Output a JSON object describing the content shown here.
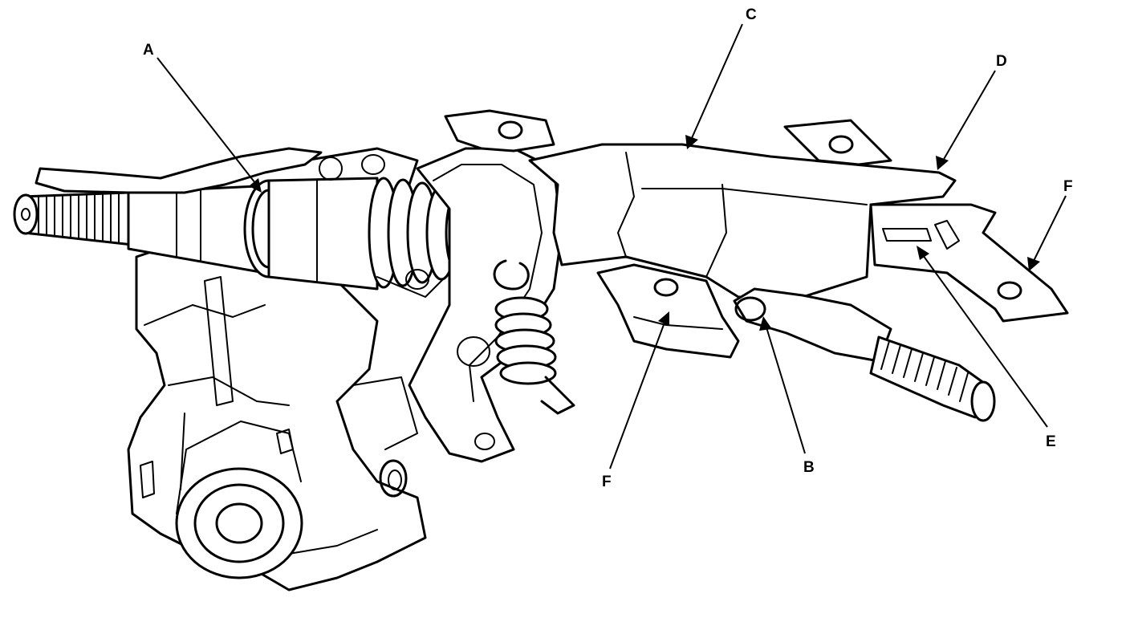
{
  "diagram": {
    "callouts": [
      {
        "id": "A",
        "label": "A"
      },
      {
        "id": "C",
        "label": "C"
      },
      {
        "id": "D",
        "label": "D"
      },
      {
        "id": "F-right",
        "label": "F"
      },
      {
        "id": "E",
        "label": "E"
      },
      {
        "id": "B",
        "label": "B"
      },
      {
        "id": "F-left",
        "label": "F"
      }
    ]
  },
  "colors": {
    "ink": "#000000",
    "paper": "#ffffff"
  }
}
